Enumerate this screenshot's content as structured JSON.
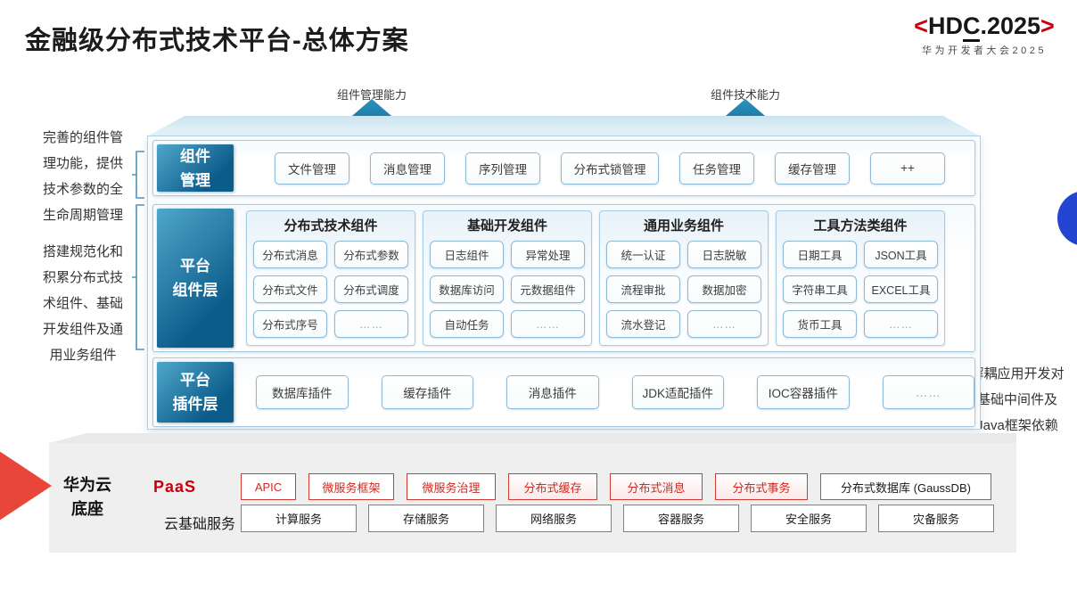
{
  "title": "金融级分布式技术平台-总体方案",
  "logo": {
    "bracket_left": "<",
    "name_prefix": "HD",
    "name_c": "C",
    "name_rest": ".2025",
    "bracket_right": ">",
    "subtitle": "华为开发者大会2025"
  },
  "capability_arrows": {
    "left_label": "组件管理能力",
    "right_label": "组件技术能力"
  },
  "annotations": {
    "left_top": {
      "lines": [
        "完善的组件管",
        "理功能，提供",
        "技术参数的全",
        "生命周期管理"
      ]
    },
    "left_bottom": {
      "lines": [
        "搭建规范化和",
        "积累分布式技",
        "术组件、基础",
        "开发组件及通",
        "用业务组件"
      ]
    },
    "right": {
      "lines": [
        "解耦应用开发对",
        "基础中间件及",
        "Java框架依赖"
      ]
    }
  },
  "rows": {
    "mgmt": {
      "label_lines": [
        "组件",
        "管理"
      ],
      "items": [
        "文件管理",
        "消息管理",
        "序列管理",
        "分布式锁管理",
        "任务管理",
        "缓存管理",
        "++"
      ]
    },
    "platform": {
      "label_lines": [
        "平台",
        "组件层"
      ],
      "columns": [
        {
          "title": "分布式技术组件",
          "items": [
            "分布式消息",
            "分布式参数",
            "分布式文件",
            "分布式调度",
            "分布式序号",
            "……"
          ]
        },
        {
          "title": "基础开发组件",
          "items": [
            "日志组件",
            "异常处理",
            "数据库访问",
            "元数据组件",
            "自动任务",
            "……"
          ]
        },
        {
          "title": "通用业务组件",
          "items": [
            "统一认证",
            "日志脱敏",
            "流程审批",
            "数据加密",
            "流水登记",
            "……"
          ]
        },
        {
          "title": "工具方法类组件",
          "items": [
            "日期工具",
            "JSON工具",
            "字符串工具",
            "EXCEL工具",
            "货币工具",
            "……"
          ]
        }
      ]
    },
    "plugins": {
      "label_lines": [
        "平台",
        "插件层"
      ],
      "items": [
        "数据库插件",
        "缓存插件",
        "消息插件",
        "JDK适配插件",
        "IOC容器插件",
        "……"
      ]
    }
  },
  "foundation": {
    "label_lines": [
      "华为云",
      "底座"
    ],
    "paas": {
      "label": "PaaS",
      "items": [
        "APIC",
        "微服务框架",
        "微服务治理",
        "分布式缓存",
        "分布式消息",
        "分布式事务",
        "分布式数据库 (GaussDB)"
      ]
    },
    "cloud": {
      "label": "云基础服务",
      "items": [
        "计算服务",
        "存储服务",
        "网络服务",
        "容器服务",
        "安全服务",
        "灾备服务"
      ]
    }
  },
  "colors": {
    "brand_red": "#c7000b",
    "teal_dark": "#0c5c8a",
    "teal_light": "#4fa7cb",
    "frame_border": "#a7cbe1",
    "box_border": "#8fb9d3",
    "red_box_border": "#d03a30",
    "panel_gray": "#efefef",
    "decoration_blue": "#2445d2",
    "decoration_red": "#e8463a"
  }
}
